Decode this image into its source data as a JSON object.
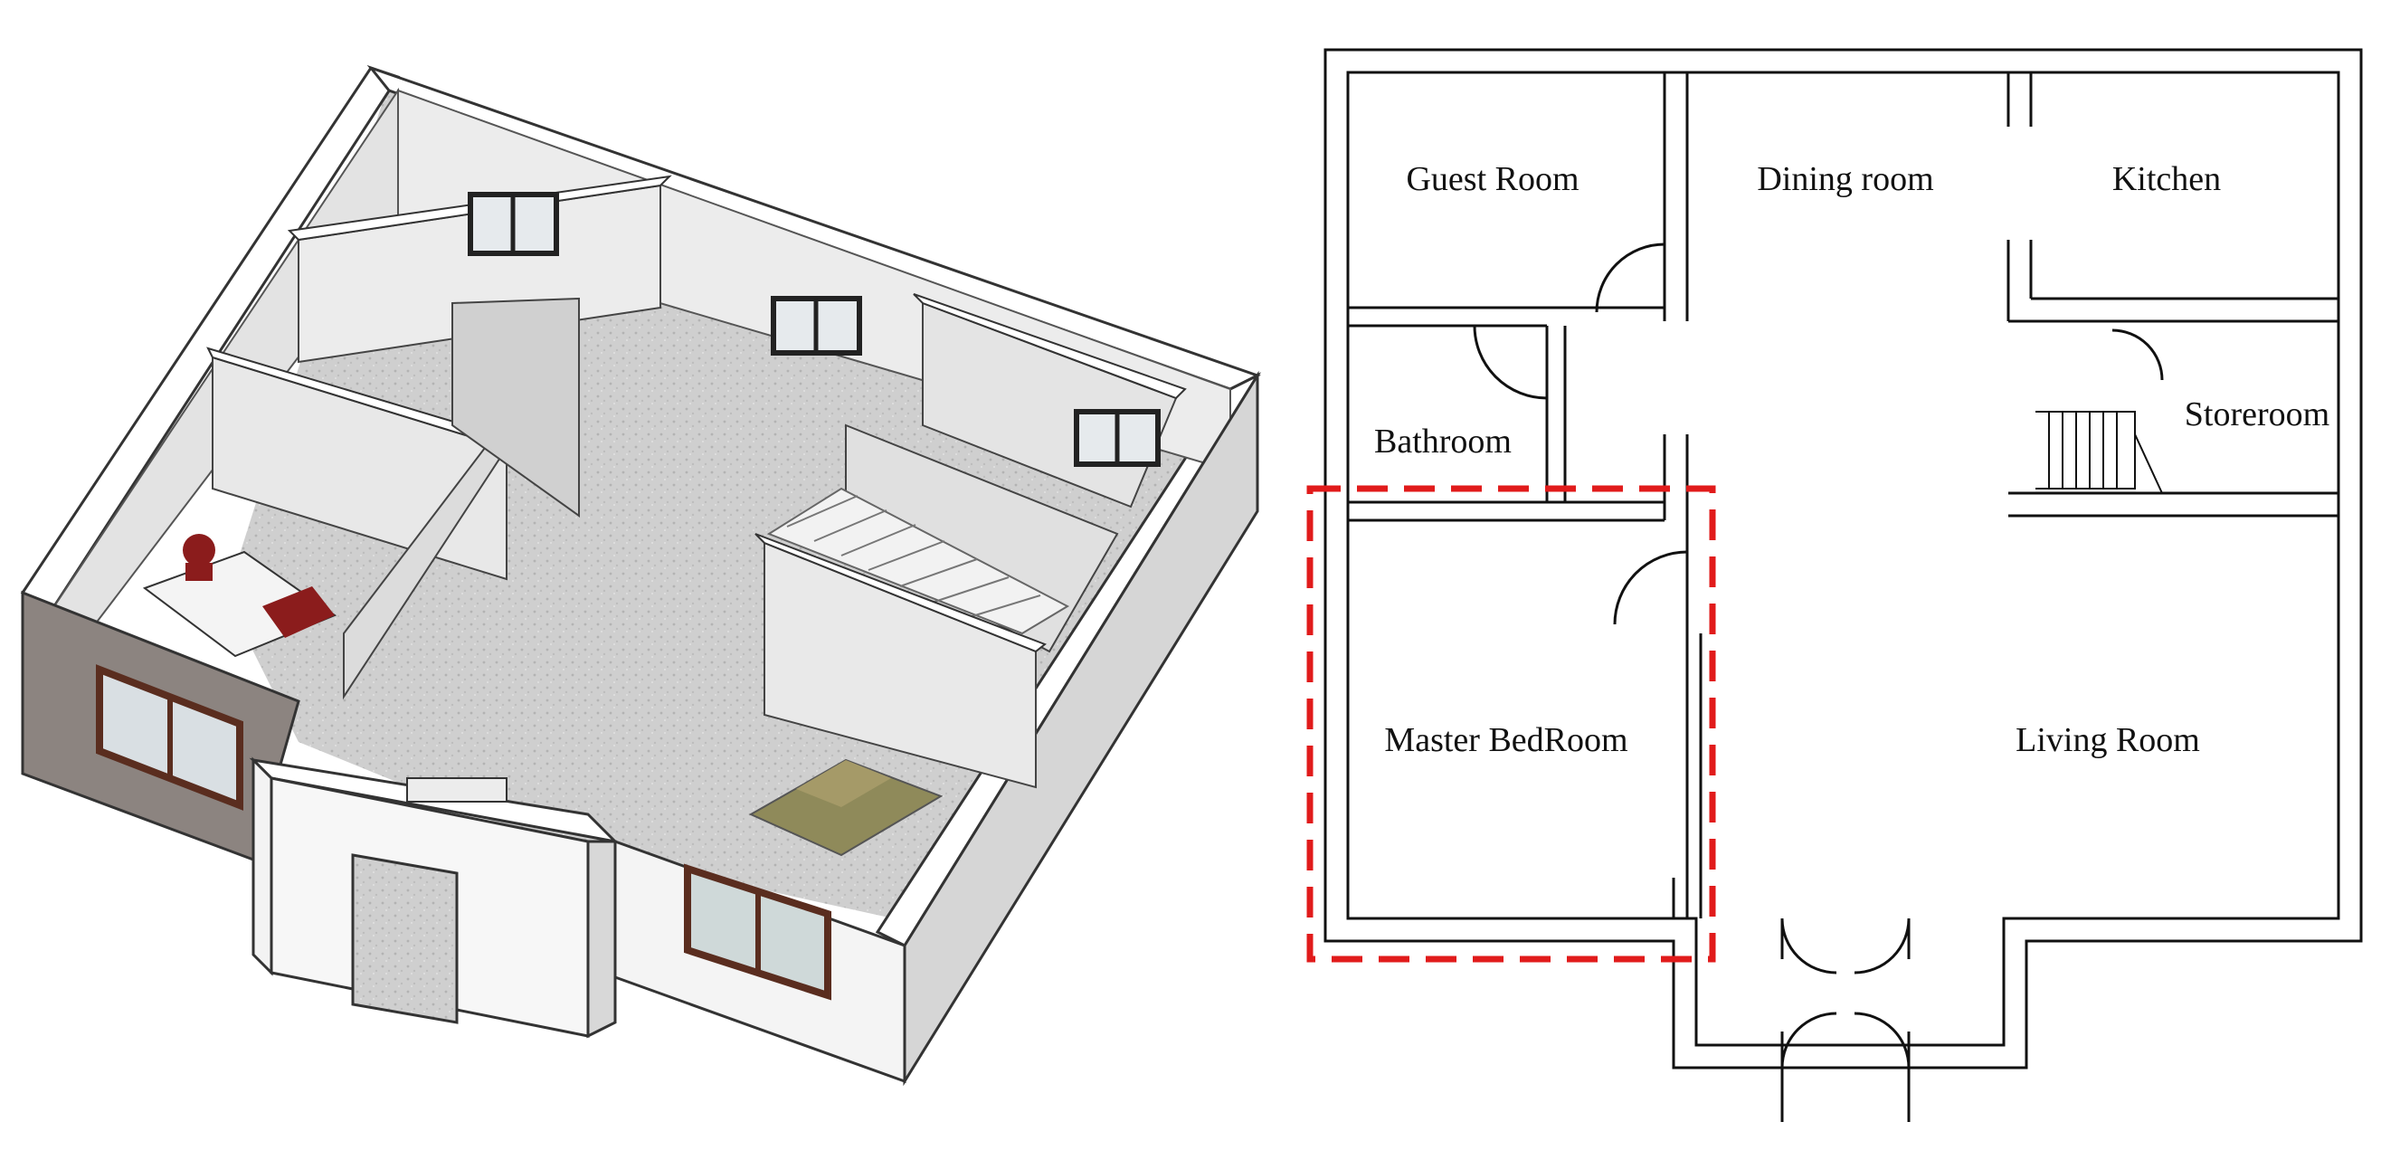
{
  "floor_plan": {
    "rooms": {
      "guest_room": "Guest Room",
      "dining_room": "Dining room",
      "kitchen": "Kitchen",
      "bathroom": "Bathroom",
      "storeroom": "Storeroom",
      "master_bedroom": "Master BedRoom",
      "living_room": "Living Room"
    },
    "highlight": {
      "color": "#e11b1b",
      "target": "Master BedRoom"
    }
  },
  "colors": {
    "wall_top": "#ffffff",
    "wall_side": "#dcdcdc",
    "wall_shadow": "#b9b9b9",
    "exterior_brown": "#8c8480",
    "floor": "#c9c9c9",
    "bed_red": "#8b1c1c",
    "window_frame": "#5a2d1f",
    "rug": "#8f8a5a"
  }
}
